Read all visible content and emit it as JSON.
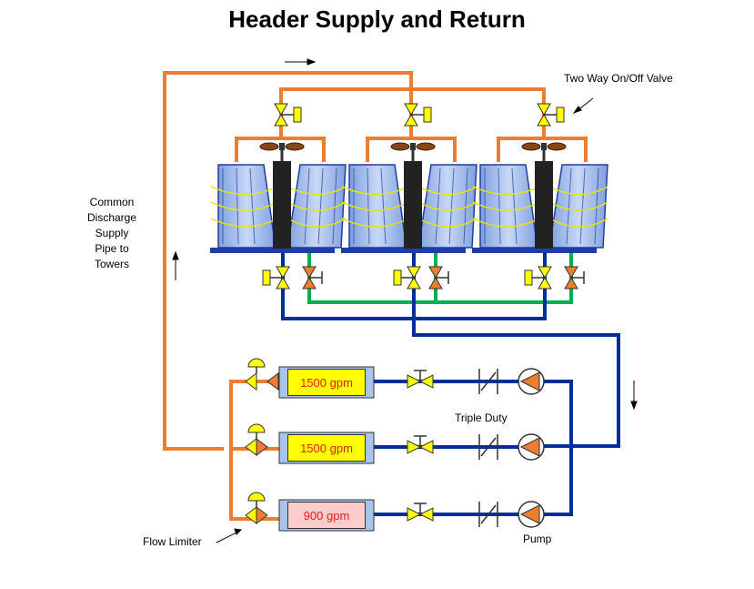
{
  "title": "Header Supply and Return",
  "labels": {
    "two_way_valve": "Two Way On/Off Valve",
    "common_discharge": [
      "Common",
      "Discharge",
      "Supply",
      "Pipe to",
      "Towers"
    ],
    "triple_duty": "Triple Duty",
    "flow_limiter": "Flow Limiter",
    "pump": "Pump"
  },
  "chillers": [
    {
      "flow": "1500 gpm",
      "fill": "#ffff00"
    },
    {
      "flow": "1500 gpm",
      "fill": "#ffff00"
    },
    {
      "flow": "900 gpm",
      "fill": "#ffcccc"
    }
  ],
  "colors": {
    "condenser_return": "#ed7d31",
    "supply": "#002e9b",
    "equalizer": "#00b050",
    "valve_yellow": "#ffff00",
    "valve_orange": "#ed7d31",
    "evaporator_box": "#a9c4eb",
    "tower_fill": "#9fb8e8",
    "tower_base": "#1f3fa0"
  },
  "icons": [
    "arrow-right-icon",
    "arrow-up-icon",
    "arrow-down-icon",
    "butterfly-valve-icon",
    "check-valve-icon",
    "pump-icon",
    "fan-icon",
    "motorized-valve-icon",
    "flow-limiter-valve-icon"
  ]
}
